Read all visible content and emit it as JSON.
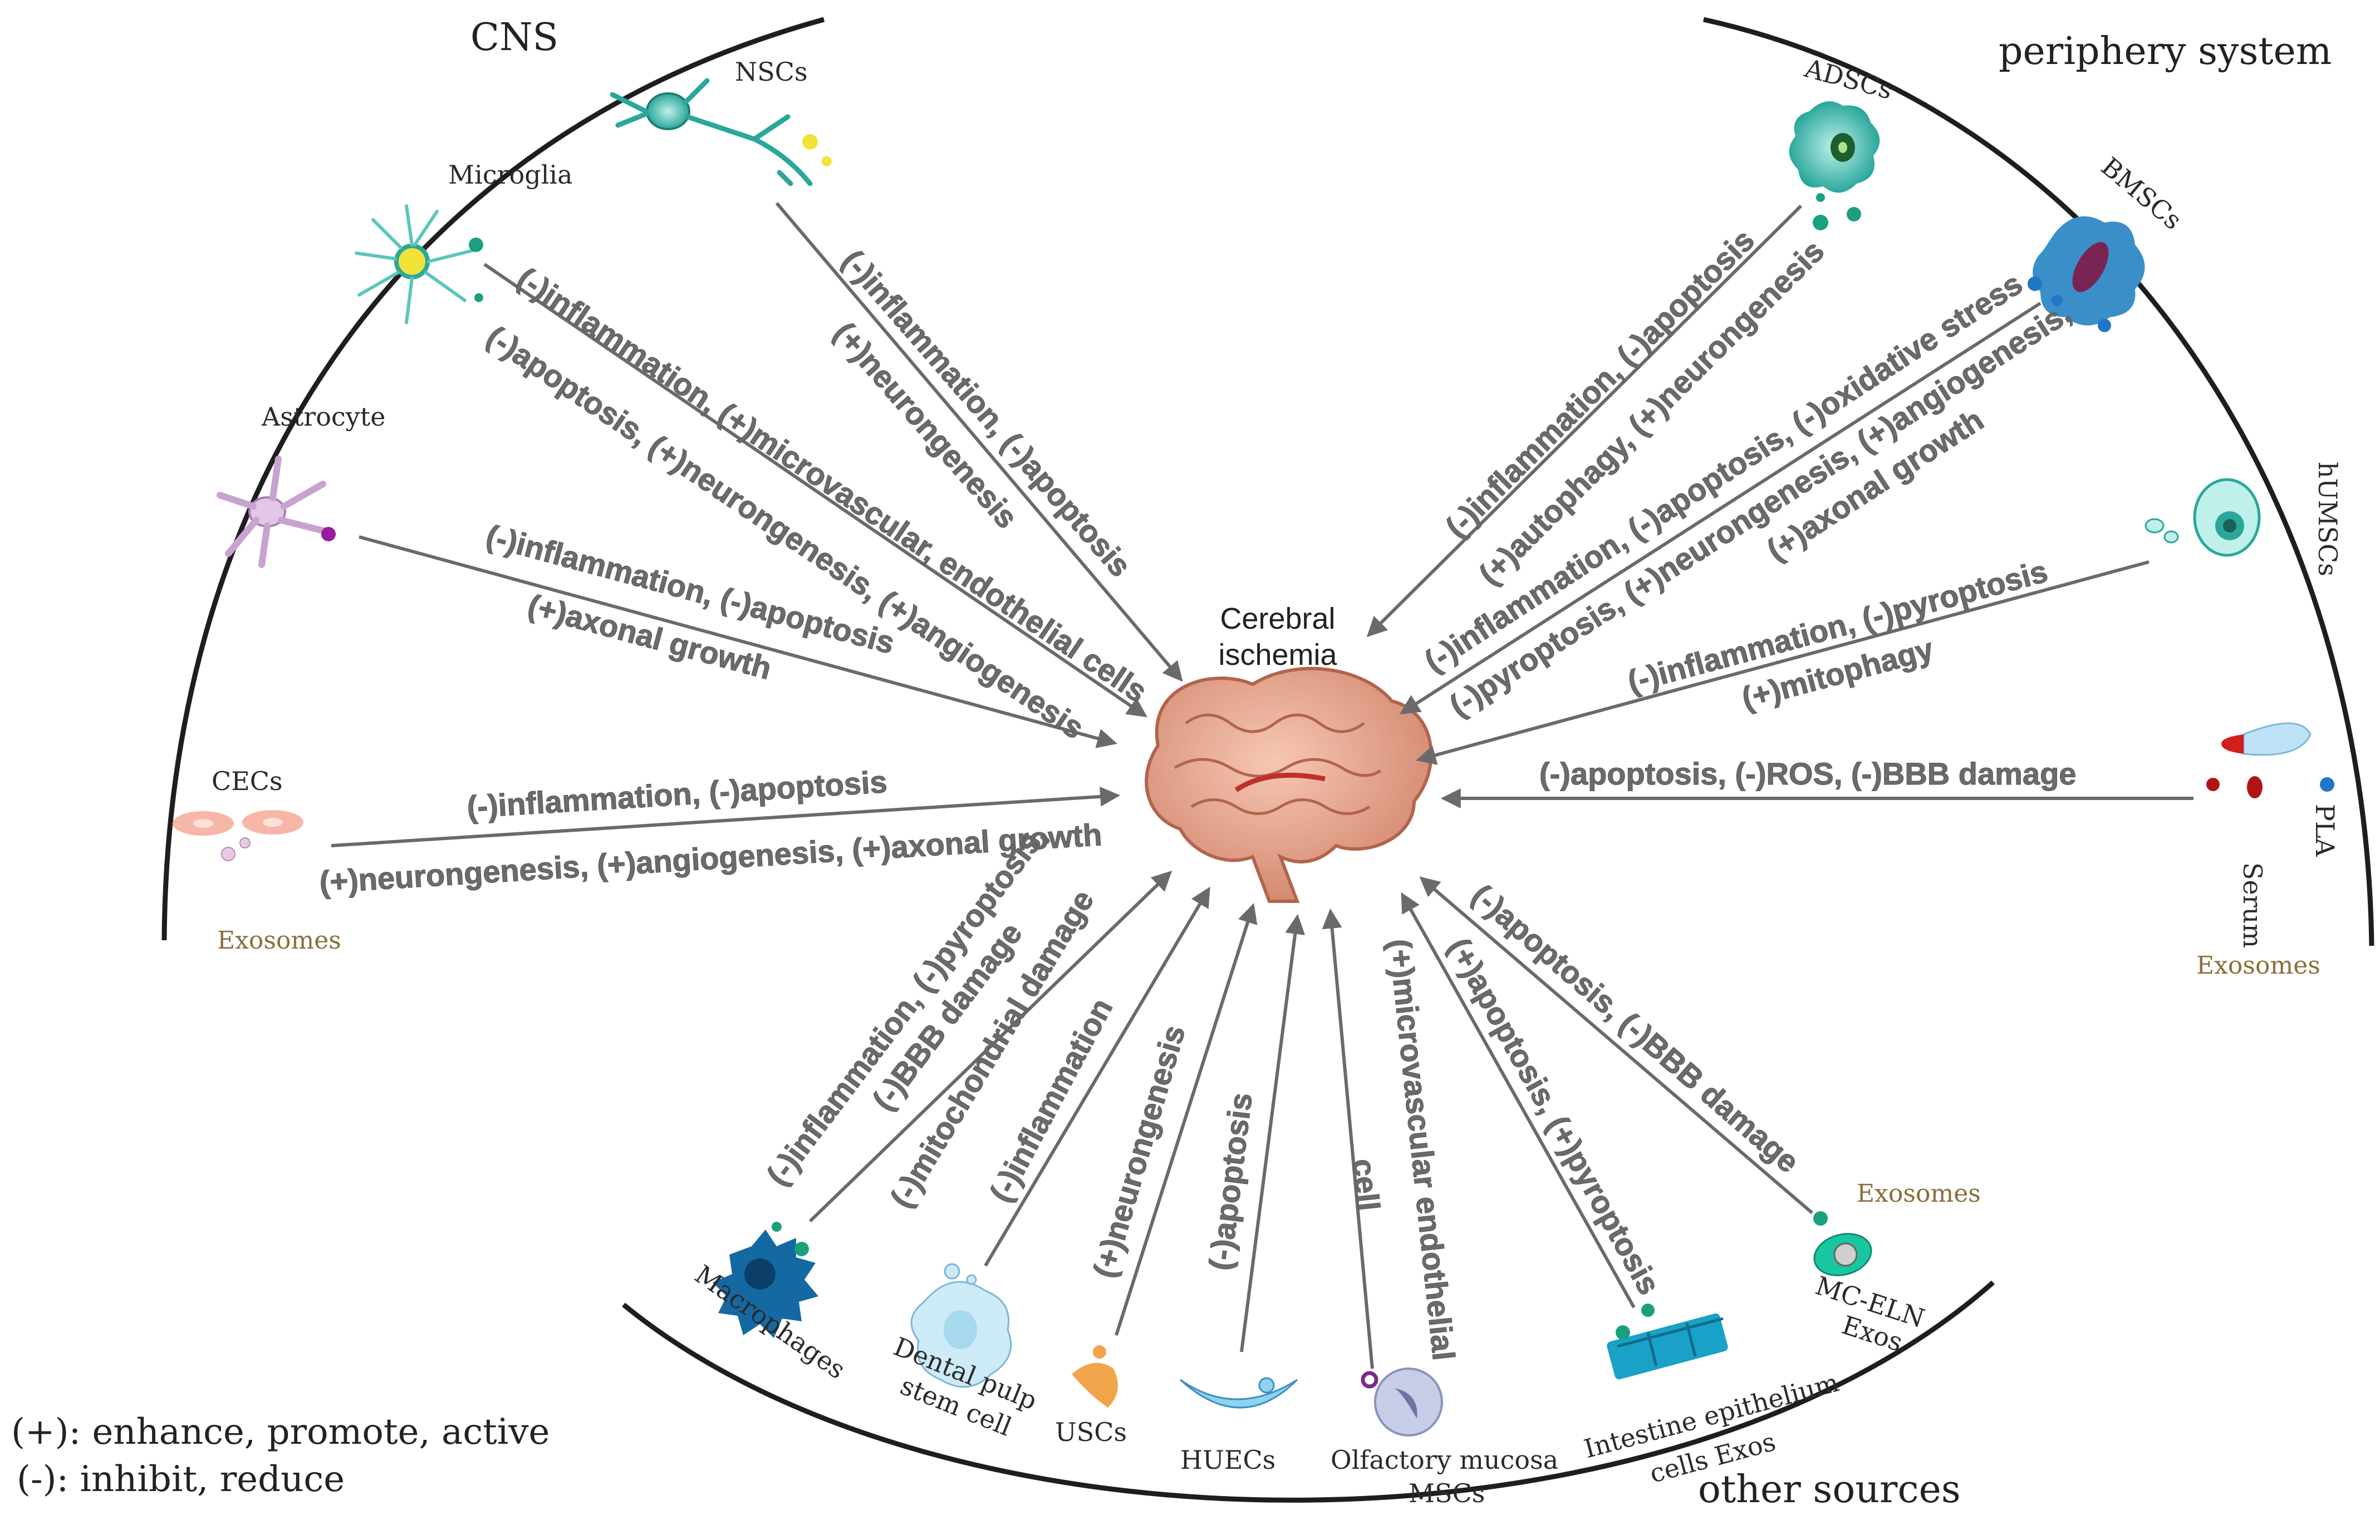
{
  "regions": {
    "cns": "CNS",
    "periphery": "periphery system",
    "other": "other sources"
  },
  "center": {
    "line1": "Cerebral",
    "line2": "ischemia"
  },
  "cns_cells": {
    "nscs": "NSCs",
    "microglia": "Microglia",
    "astrocyte": "Astrocyte",
    "cecs": "CECs",
    "exosomes": "Exosomes"
  },
  "periphery_cells": {
    "adscs": "ADSCs",
    "bmscs": "BMSCs",
    "humscs": "hUMSCs",
    "pla": "PLA",
    "serum": "Serum",
    "exosomes": "Exosomes"
  },
  "other_cells": {
    "macrophages": "Macrophages",
    "dental1": "Dental pulp",
    "dental2": "stem cell",
    "uscs": "USCs",
    "huecs": "HUECs",
    "olf1": "Olfactory    mucosa",
    "olf2": "MSCs",
    "int1": "Intestine  epithelium",
    "int2": "cells Exos",
    "mc1": "MC-ELN",
    "mc2": "Exos",
    "exosomes": "Exosomes"
  },
  "effects": {
    "nscs_1": "(-)inflammation, (-)apoptosis",
    "nscs_2": "(+)neurongenesis",
    "microglia_1": "(-)inflammation, (+)microvascular, endothelial cells",
    "microglia_2": "(-)apoptosis, (+)neurongenesis, (+)angiogenesis",
    "astro_1": "(-)inflammation, (-)apoptosis",
    "astro_2": "(+)axonal growth",
    "cecs_1": "(-)inflammation, (-)apoptosis",
    "cecs_2": "(+)neurongenesis, (+)angiogenesis, (+)axonal growth",
    "adscs_1": "(-)inflammation, (-)apoptosis",
    "adscs_2": "(+)autophagy, (+)neurongenesis",
    "bmscs_1": "(-)inflammation, (-)apoptosis, (-)oxidative stress",
    "bmscs_2": "(-)pyroptosis, (+)neurongenesis, (+)angiogenesis,",
    "bmscs_3": "(+)axonal growth",
    "humscs_1": "(-)inflammation, (-)pyroptosis",
    "humscs_2": "(+)mitophagy",
    "pla_1": "(-)apoptosis, (-)ROS, (-)BBB damage",
    "mac_1": "(-)inflammation, (-)pyroptosis,",
    "mac_2": "(-)BBB damage",
    "mac_3": "(-)mitochondrial damage",
    "dental_1": "(-)inflammation",
    "uscs_1": "(+)neurongenesis",
    "huecs_1": "(-)apoptosis",
    "olf_1": "(+)microvascular endothelial",
    "olf_2": "cell",
    "int_1": "(+)apoptosis, (+)pyroptosis",
    "mc_1": "(-)apoptosis, (-)BBB damage"
  },
  "legend": {
    "plus": "(+): enhance, promote, active",
    "minus": "(-): inhibit, reduce"
  },
  "colors": {
    "arrow": "#6a6a6a",
    "teal": "#2aa79b",
    "brain": "#e9a48c"
  }
}
